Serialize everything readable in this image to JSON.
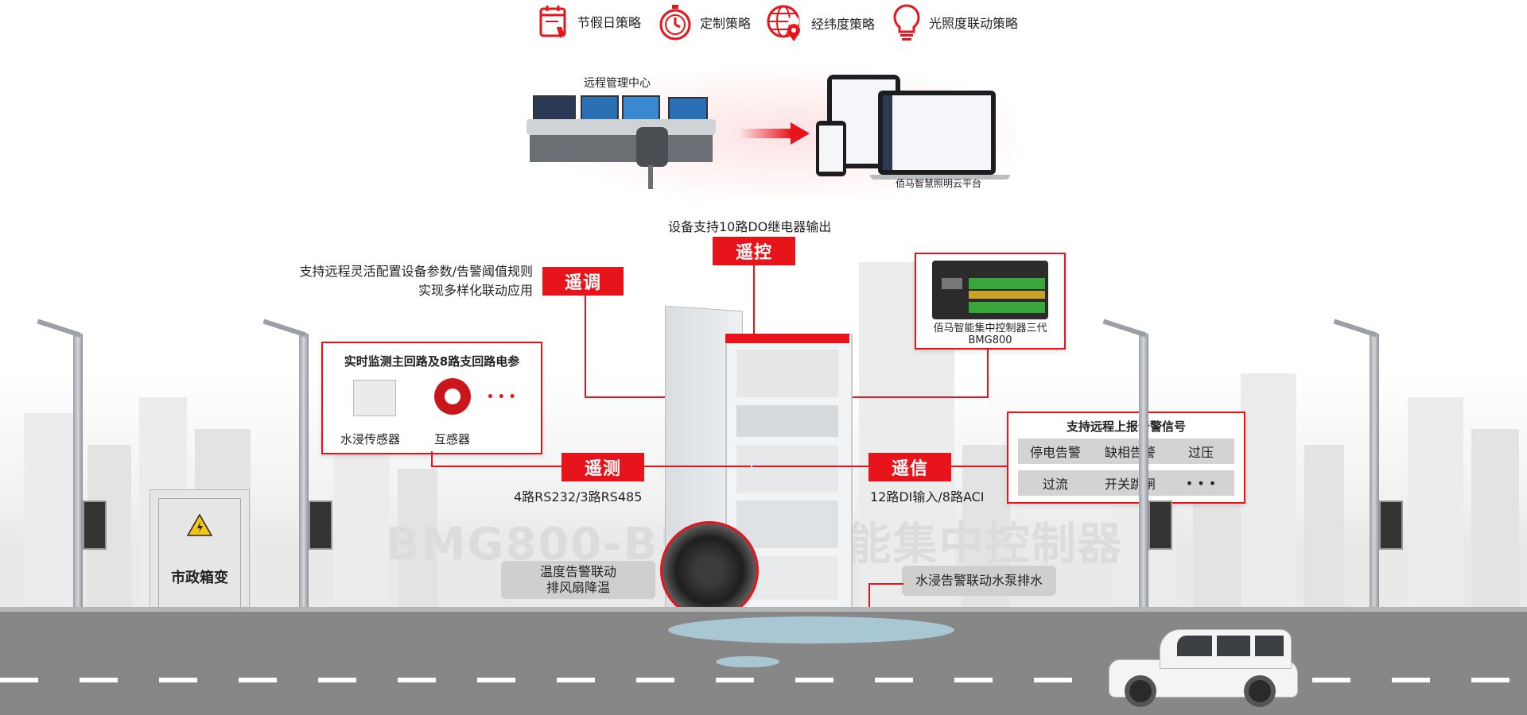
{
  "strategies": [
    {
      "label": "节假日策略",
      "icon": "calendar-icon"
    },
    {
      "label": "定制策略",
      "icon": "stopwatch-icon"
    },
    {
      "label": "经纬度策略",
      "icon": "globe-pin-icon"
    },
    {
      "label": "光照度联动策略",
      "icon": "lightbulb-icon"
    }
  ],
  "remote_center": {
    "label": "远程管理中心"
  },
  "cloud_platform": {
    "label": "佰马智慧照明云平台"
  },
  "do_output": {
    "label": "设备支持10路DO继电器输出"
  },
  "tags": {
    "remote_control": "遥控",
    "remote_adjust": "遥调",
    "remote_measure": "遥测",
    "remote_signal": "遥信"
  },
  "remote_adjust_note": {
    "line1": "支持远程灵活配置设备参数/告警阈值规则",
    "line2": "实现多样化联动应用"
  },
  "controller": {
    "line1": "佰马智能集中控制器三代",
    "line2": "BMG800"
  },
  "monitor_box": {
    "title": "实时监测主回路及8路支回路电参",
    "water_sensor": "水浸传感器",
    "transformer": "互感器",
    "ellipsis": "• • •"
  },
  "measure_note": "4路RS232/3路RS485",
  "signal_note": "12路DI输入/8路ACI",
  "alarm_box": {
    "title": "支持远程上报告警信号",
    "items": [
      "停电告警",
      "缺相告警",
      "过压",
      "过流",
      "开关跳闸",
      "• • •"
    ]
  },
  "fan_note": {
    "line1": "温度告警联动",
    "line2": "排风扇降温"
  },
  "pump_note": "水浸告警联动水泵排水",
  "substation": {
    "label": "市政箱变"
  },
  "watermark": "BMG800-B5 佰马智能集中控制器",
  "colors": {
    "accent": "#e8141b",
    "road": "#878787",
    "pill": "#cfcfcf"
  }
}
